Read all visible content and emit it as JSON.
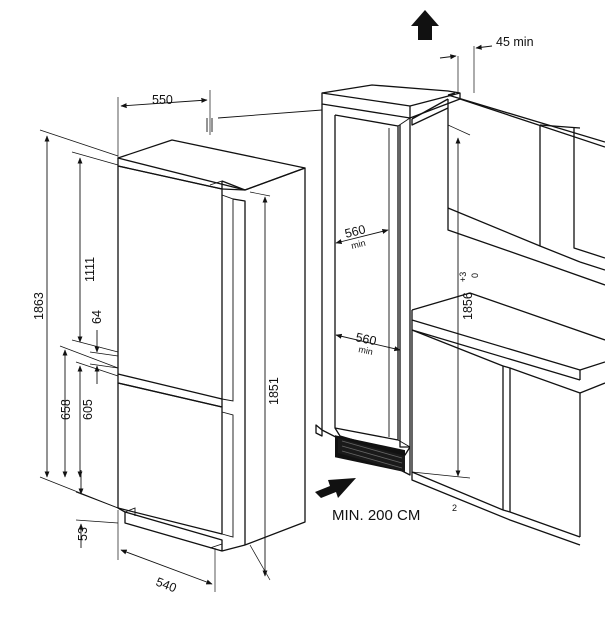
{
  "dimensions": {
    "width_top": "550",
    "total_height": "1863",
    "upper_door": "1111",
    "door_gap": "64",
    "lower_height_1": "658",
    "lower_height_2": "605",
    "plinth": "53",
    "depth_bottom": "540",
    "body_height": "1851",
    "niche_width_top": "560",
    "niche_width_top_sub": "min",
    "niche_width_mid": "560",
    "niche_width_mid_sub": "min",
    "niche_height": "1856",
    "niche_tol_plus": "+3",
    "niche_tol_minus": "0",
    "vent_gap": "45 min"
  },
  "ventilation": {
    "label": "MIN. 200 CM",
    "superscript": "2"
  }
}
